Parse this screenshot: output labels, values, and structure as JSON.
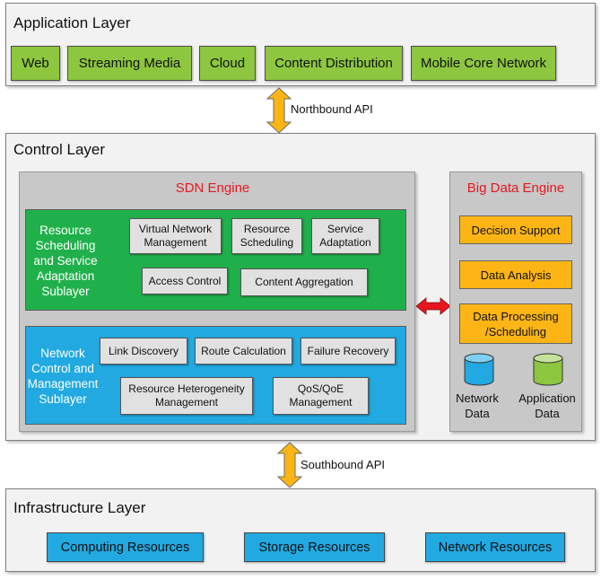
{
  "application_layer": {
    "title": "Application Layer",
    "boxes": [
      "Web",
      "Streaming Media",
      "Cloud",
      "Content Distribution",
      "Mobile Core Network"
    ]
  },
  "northbound": {
    "label": "Northbound API"
  },
  "control_layer": {
    "title": "Control Layer",
    "sdn_engine": {
      "title": "SDN Engine",
      "resource_sublayer": {
        "label": "Resource Scheduling and Service Adaptation Sublayer",
        "boxes": [
          "Virtual Network Management",
          "Resource Scheduling",
          "Service Adaptation",
          "Access Control",
          "Content Aggregation"
        ]
      },
      "network_sublayer": {
        "label": "Network Control and Management Sublayer",
        "boxes": [
          "Link Discovery",
          "Route Calculation",
          "Failure Recovery",
          "Resource Heterogeneity Management",
          "QoS/QoE Management"
        ]
      }
    },
    "big_data_engine": {
      "title": "Big Data Engine",
      "boxes": [
        "Decision Support",
        "Data Analysis",
        "Data Processing /Scheduling"
      ],
      "databases": [
        {
          "label": "Network Data",
          "color": "#22a9e1"
        },
        {
          "label": "Application Data",
          "color": "#8dc63f"
        }
      ]
    }
  },
  "southbound": {
    "label": "Southbound API"
  },
  "infrastructure_layer": {
    "title": "Infrastructure Layer",
    "boxes": [
      "Computing Resources",
      "Storage Resources",
      "Network Resources"
    ]
  },
  "colors": {
    "arrow_api": "#fcb515",
    "arrow_engine": "#e8171f",
    "sdn_title": "#e8171f",
    "app_box": "#8dc63f",
    "resource_sublayer": "#20b04b",
    "network_sublayer": "#22a9e1",
    "big_data_box": "#fcb515",
    "infra_box": "#22a9e1"
  }
}
